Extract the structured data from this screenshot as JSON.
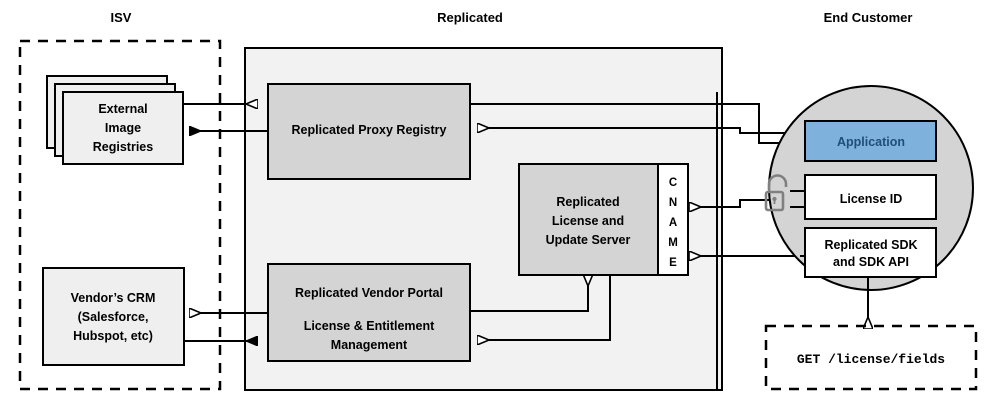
{
  "diagram": {
    "title_zones": [
      {
        "id": "isv",
        "label": "ISV"
      },
      {
        "id": "replicated",
        "label": "Replicated"
      },
      {
        "id": "end-customer",
        "label": "End Customer"
      }
    ],
    "isv": {
      "registries": {
        "line1": "External",
        "line2": "Image",
        "line3": "Registries"
      },
      "crm": {
        "line1": "Vendor’s CRM",
        "line2": "(Salesforce,",
        "line3": "Hubspot, etc)"
      }
    },
    "replicated": {
      "proxy_registry": "Replicated Proxy Registry",
      "license_server": {
        "line1": "Replicated",
        "line2": "License and",
        "line3": "Update Server"
      },
      "cname": {
        "label": "CNAME",
        "letters": [
          "C",
          "N",
          "A",
          "M",
          "E"
        ]
      },
      "vendor_portal": {
        "line1": "Replicated Vendor Portal",
        "line2": "License & Entitlement",
        "line3": "Management"
      }
    },
    "end_customer": {
      "application": "Application",
      "license_id": "License ID",
      "sdk": {
        "line1": "Replicated SDK",
        "line2": "and SDK API"
      },
      "lock_icon": "unlocked-padlock-icon",
      "api_call": "GET /license/fields"
    },
    "colors": {
      "zone_background": "#F2F2F2",
      "box_fill": "#D4D4D4",
      "light_box_fill": "#EFEFEF",
      "white_fill": "#FFFFFF",
      "application_fill": "#7FB1DD",
      "application_text": "#1F4E79",
      "circle_fill": "#D4D4D4",
      "stroke": "#000000",
      "lock_stroke": "#808080"
    }
  }
}
